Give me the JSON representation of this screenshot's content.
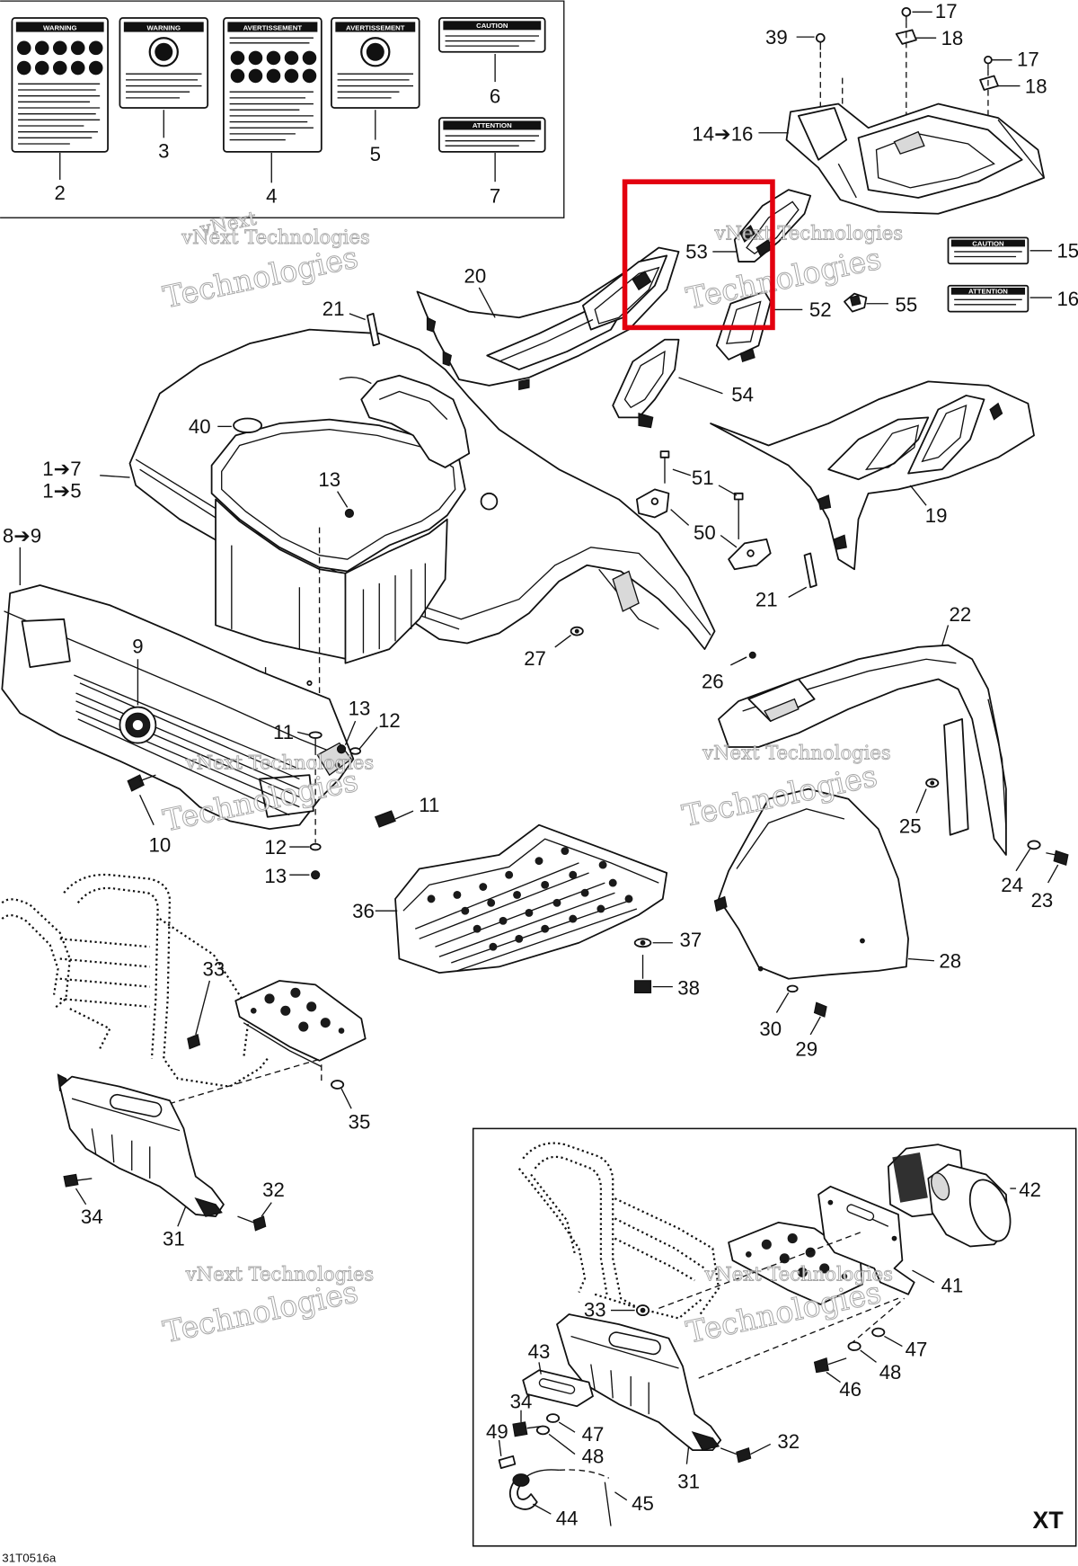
{
  "diagram": {
    "callouts": {
      "c2": "2",
      "c3": "3",
      "c4": "4",
      "c5": "5",
      "c6": "6",
      "c7": "7",
      "c39": "39",
      "c17a": "17",
      "c18a": "18",
      "c17b": "17",
      "c18b": "18",
      "c1416": "14➔16",
      "c15": "15",
      "c16": "16",
      "c53": "53",
      "c52": "52",
      "c55": "55",
      "c54": "54",
      "c20": "20",
      "c21a": "21",
      "c40": "40",
      "c17c": "1➔7",
      "c15c": "1➔5",
      "c13a": "13",
      "c89": "8➔9",
      "c9": "9",
      "c19": "19",
      "c51": "51",
      "c50": "50",
      "c21b": "21",
      "c27": "27",
      "c26": "26",
      "c22": "22",
      "c11a": "11",
      "c13b": "13",
      "c12a": "12",
      "c11b": "11",
      "c10": "10",
      "c12b": "12",
      "c13c": "13",
      "c25": "25",
      "c24": "24",
      "c23": "23",
      "c36": "36",
      "c37": "37",
      "c38": "38",
      "c28": "28",
      "c30": "30",
      "c29": "29",
      "c33a": "33",
      "c35": "35",
      "c34a": "34",
      "c31a": "31",
      "c32a": "32",
      "c42": "42",
      "c41": "41",
      "c33b": "33",
      "c47a": "47",
      "c48a": "48",
      "c46": "46",
      "c43": "43",
      "c34b": "34",
      "c47b": "47",
      "c48b": "48",
      "c49": "49",
      "c32b": "32",
      "c31b": "31",
      "c44": "44",
      "c45": "45"
    },
    "decals": {
      "d2": "WARNING",
      "d3": "WARNING",
      "d4": "AVERTISSEMENT",
      "d5": "AVERTISSEMENT",
      "d6": "CAUTION",
      "d7": "ATTENTION",
      "d15": "CAUTION",
      "d16": "ATTENTION"
    },
    "inset_label": "XT",
    "drawing_code": "31T0516a",
    "watermark": {
      "line1": "vNext",
      "line2": "vNext Technologies",
      "line3": "Technologies"
    },
    "highlight_color": "#e3000f"
  }
}
